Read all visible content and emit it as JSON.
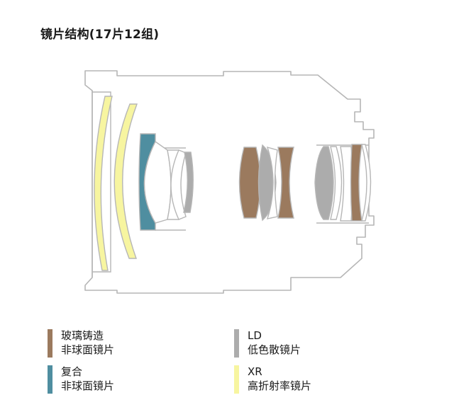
{
  "title": "镜片结构(17片12组)",
  "colors": {
    "outline": "#b6b6b6",
    "glass_molded_aspherical": "#9b7a5e",
    "hybrid_aspherical": "#4f8ea0",
    "ld": "#acacac",
    "xr": "#f7f5a0"
  },
  "legend": [
    {
      "key": "glass_molded_aspherical",
      "line1": "玻璃铸造",
      "line2": "非球面镜片"
    },
    {
      "key": "ld",
      "line1": "LD",
      "line2": "低色散镜片"
    },
    {
      "key": "hybrid_aspherical",
      "line1": "复合",
      "line2": "非球面镜片"
    },
    {
      "key": "xr",
      "line1": "XR",
      "line2": "高折射率镜片"
    }
  ]
}
